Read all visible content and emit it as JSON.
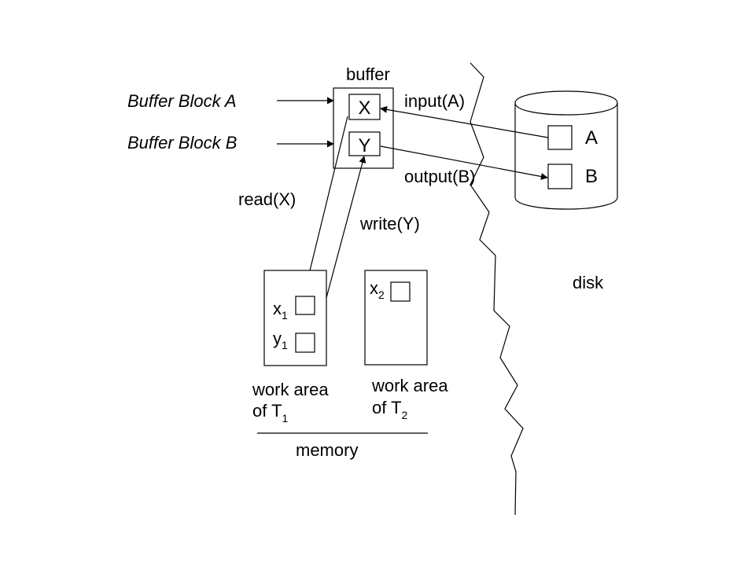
{
  "buffer": {
    "title": "buffer",
    "block_x": "X",
    "block_y": "Y"
  },
  "labels": {
    "buffer_block_a": "Buffer Block A",
    "buffer_block_b": "Buffer Block B",
    "input_op": "input(A)",
    "output_op": "output(B)",
    "read_op": "read(X)",
    "write_op": "write(Y)"
  },
  "disk": {
    "title": "disk",
    "block_a": "A",
    "block_b": "B"
  },
  "work_area_t1": {
    "var_x": "x",
    "var_x_sub": "1",
    "var_y": "y",
    "var_y_sub": "1",
    "caption_line1": "work area",
    "caption_line2": "of T",
    "caption_sub": "1"
  },
  "work_area_t2": {
    "var_x": "x",
    "var_x_sub": "2",
    "caption_line1": "work area",
    "caption_line2": "of T",
    "caption_sub": "2"
  },
  "memory": {
    "title": "memory"
  }
}
